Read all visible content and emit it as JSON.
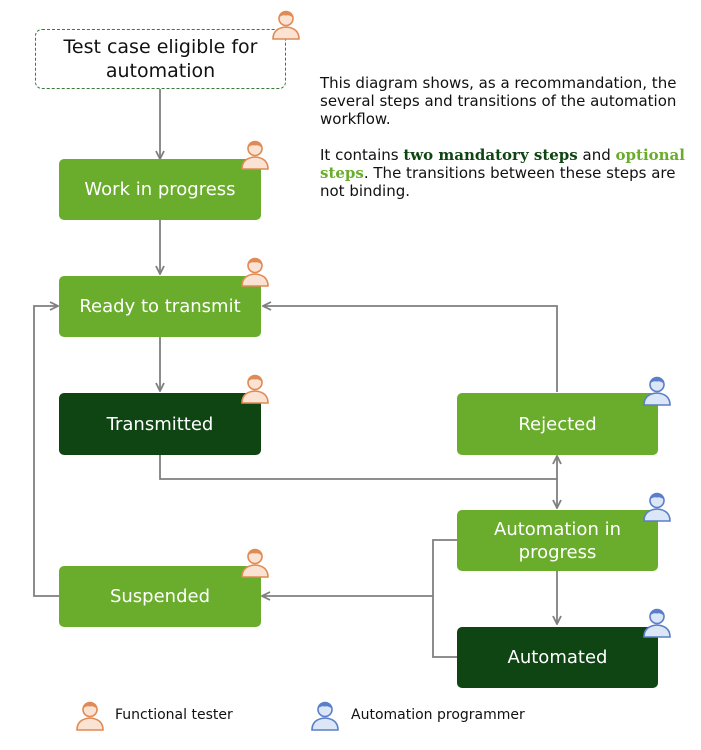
{
  "colors": {
    "optional_step": "#6aad2c",
    "mandatory_step": "#0f4512",
    "start_border": "#3a7a3a",
    "arrow": "#7f7f7f",
    "functional_tester": "#f0a070",
    "automation_programmer": "#6f8fd0"
  },
  "nodes": {
    "start": "Test case eligible for automation",
    "work_in_progress": "Work in progress",
    "ready_to_transmit": "Ready to transmit",
    "transmitted": "Transmitted",
    "rejected": "Rejected",
    "automation_in_progress": "Automation in progress",
    "suspended": "Suspended",
    "automated": "Automated"
  },
  "description": {
    "p1": "This diagram shows, as a recommandation, the several steps and transitions of the automation workflow.",
    "p2_before": "It contains ",
    "p2_mandatory": "two mandatory steps",
    "p2_middle": " and ",
    "p2_optional": "optional steps",
    "p2_after": ". The transitions between these steps are not binding."
  },
  "legend": {
    "functional_tester": "Functional tester",
    "automation_programmer": "Automation programmer"
  }
}
